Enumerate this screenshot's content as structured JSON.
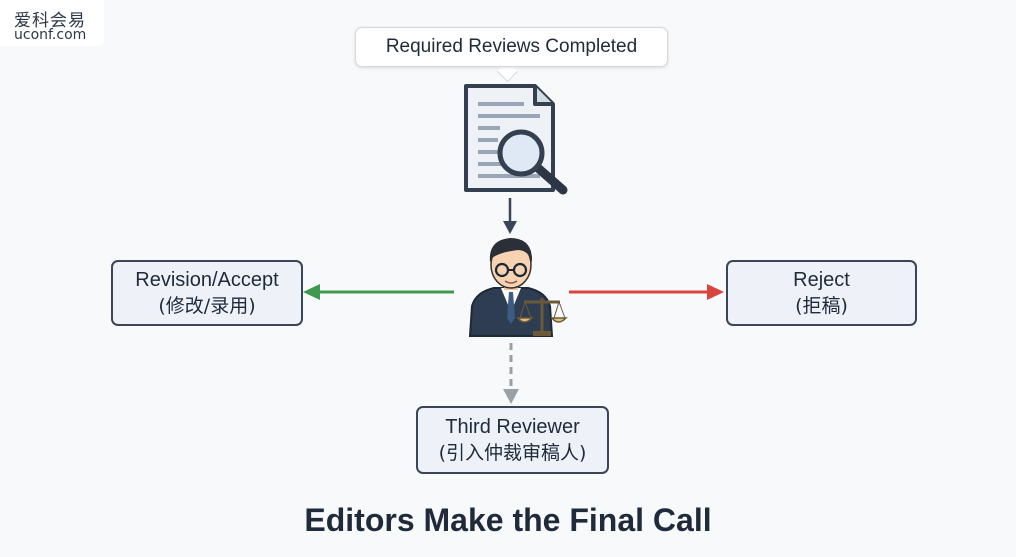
{
  "watermark": {
    "cn": "爱科会易",
    "en": "uconf.com"
  },
  "top_box": {
    "label": "Required Reviews Completed"
  },
  "left_box": {
    "line1": "Revision/Accept",
    "line2": "(修改/录用)"
  },
  "right_box": {
    "line1": "Reject",
    "line2": "(拒稿)"
  },
  "bottom_box": {
    "line1": "Third Reviewer",
    "line2": "(引入仲裁审稿人)"
  },
  "title": "Editors Make the Final Call",
  "icons": [
    "document-magnifier-icon",
    "editor-with-scales-icon"
  ],
  "colors": {
    "accept_arrow": "#3f9a4e",
    "reject_arrow": "#d9443f",
    "dashed_arrow": "#9aa0a8",
    "ink": "#3a4658"
  }
}
